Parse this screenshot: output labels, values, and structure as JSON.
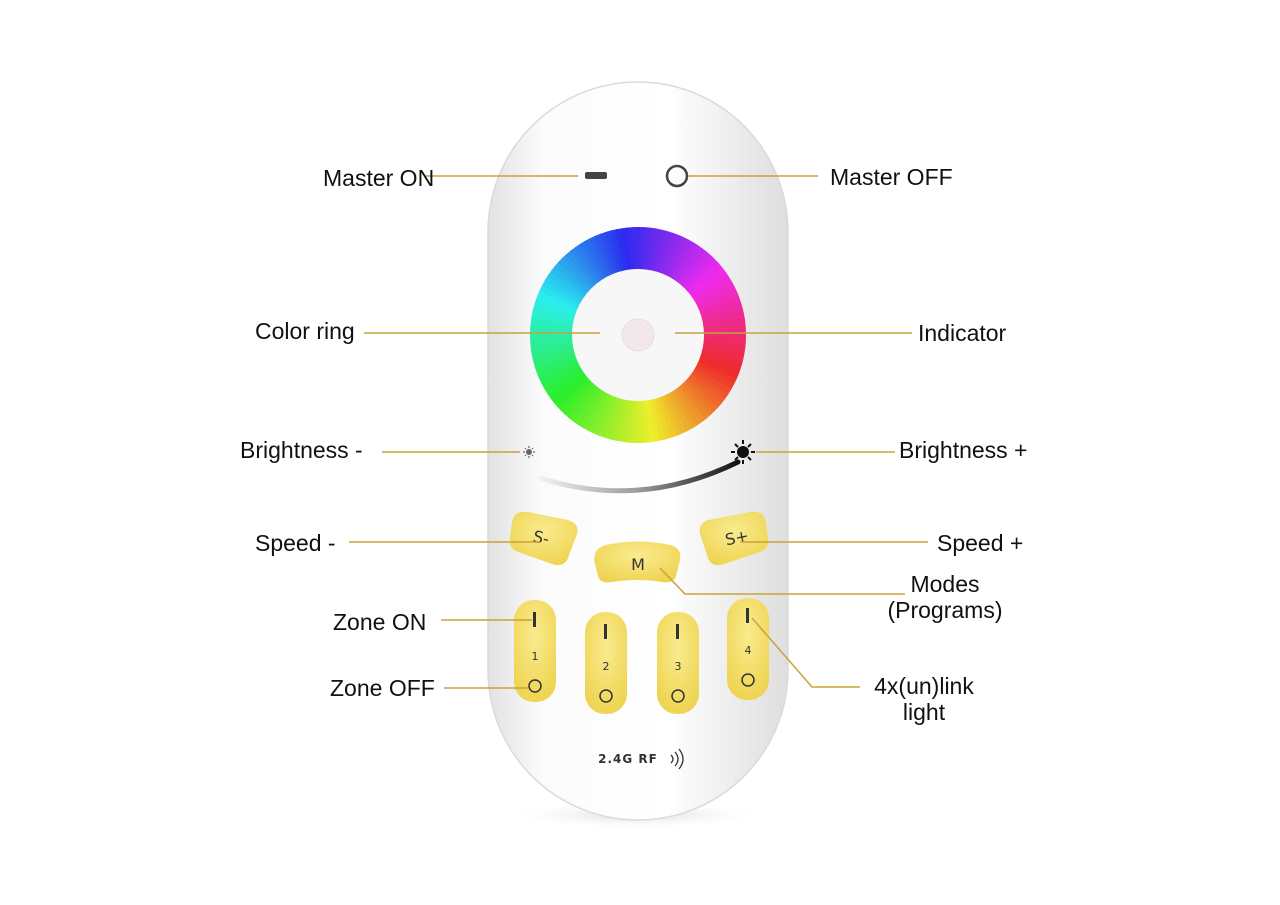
{
  "colors": {
    "leader_line": "#c9a23a",
    "button_yellow": "#f4e06a",
    "body": "#f5f5f5"
  },
  "labels": {
    "master_on": "Master ON",
    "master_off": "Master OFF",
    "color_ring": "Color ring",
    "indicator": "Indicator",
    "brightness_minus": "Brightness -",
    "brightness_plus": "Brightness +",
    "speed_minus": "Speed -",
    "speed_plus": "Speed +",
    "modes_line1": "Modes",
    "modes_line2": "(Programs)",
    "zone_on": "Zone ON",
    "zone_off": "Zone OFF",
    "link_line1": "4x(un)link",
    "link_line2": "light"
  },
  "remote": {
    "button_speed_minus": "S-",
    "button_mode": "M",
    "button_speed_plus": "S+",
    "zones": [
      "1",
      "2",
      "3",
      "4"
    ],
    "zone_on_glyph": "I",
    "rf_label": "2.4G RF"
  }
}
